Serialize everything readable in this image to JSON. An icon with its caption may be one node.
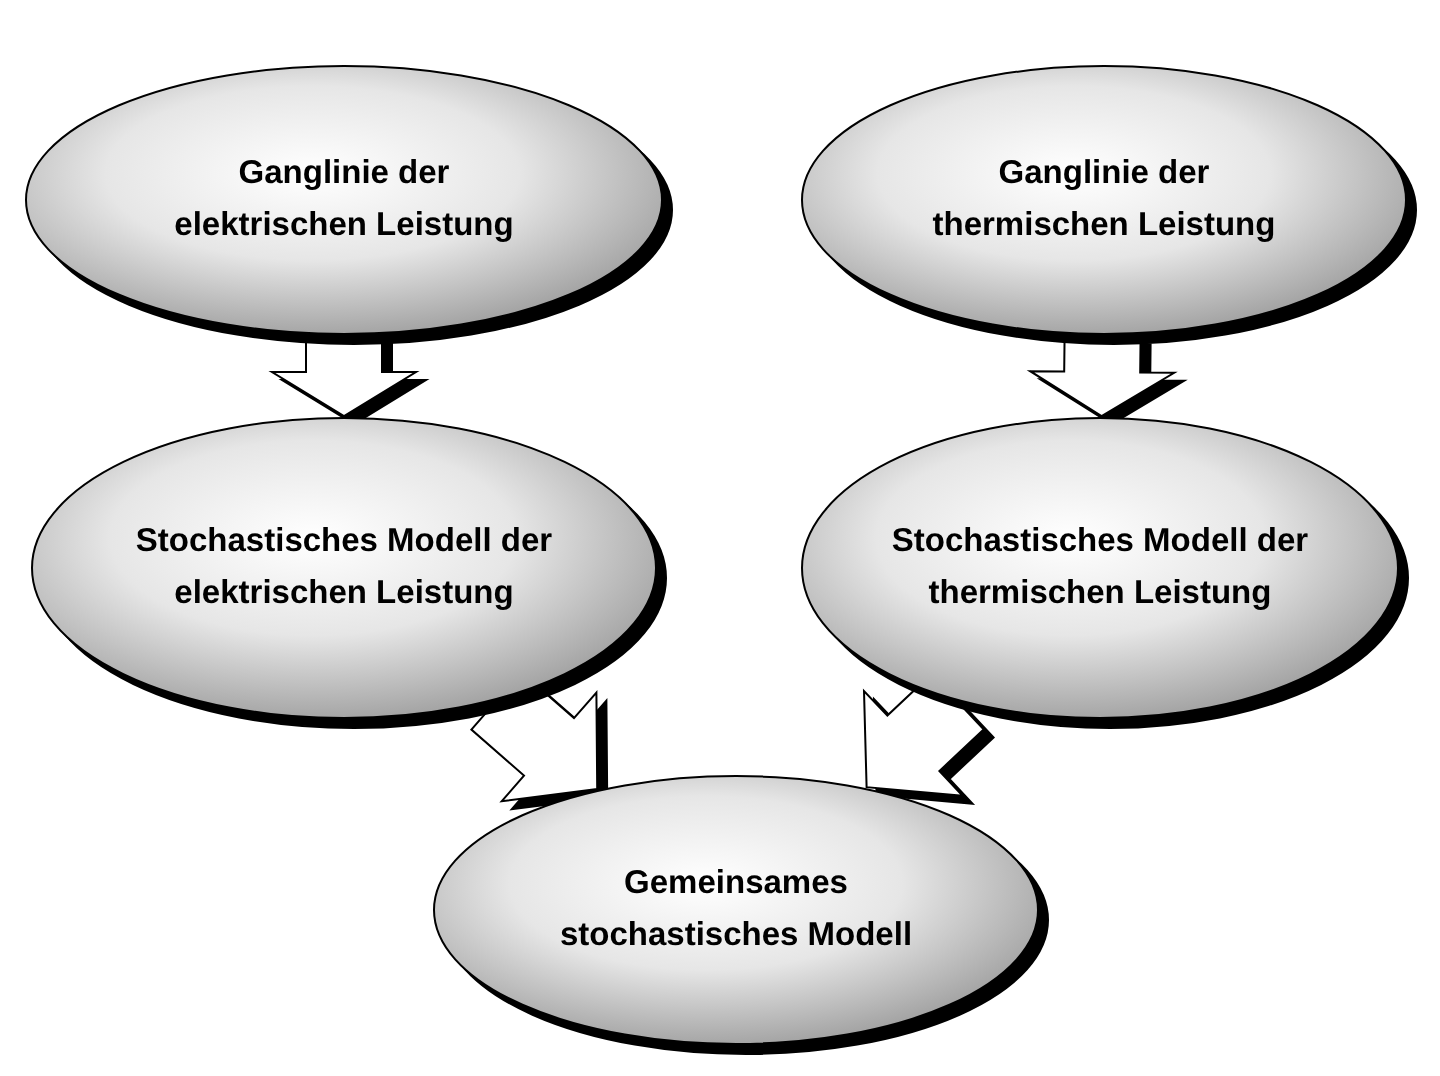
{
  "diagram": {
    "nodes": [
      {
        "text": [
          "Ganglinie der elektrischen Leistung"
        ]
      },
      {
        "text": [
          "Ganglinie der thermischen Leistung"
        ]
      },
      {
        "text": [
          "Stochastisches Modell der elektrischen Leistung"
        ]
      },
      {
        "text": [
          "Stochastisches Modell der thermischen Leistung"
        ]
      },
      {
        "text": [
          "Gemeinsames stochastisches Modell"
        ]
      }
    ],
    "edges": [
      {
        "from": 0,
        "to": 2,
        "arrow": "to"
      },
      {
        "from": 1,
        "to": 3,
        "arrow": "to"
      },
      {
        "from": 2,
        "to": 4,
        "arrow": "to"
      },
      {
        "from": 3,
        "to": 4,
        "arrow": "to"
      }
    ]
  }
}
